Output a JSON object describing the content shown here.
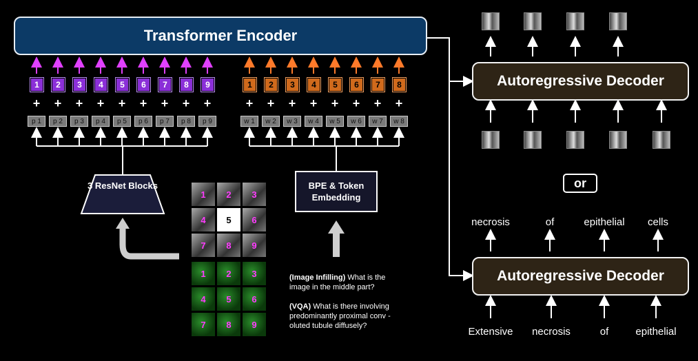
{
  "encoder": {
    "title": "Transformer Encoder"
  },
  "image_tokens": [
    "1",
    "2",
    "3",
    "4",
    "5",
    "6",
    "7",
    "8",
    "9"
  ],
  "image_pos": [
    "p 1",
    "p 2",
    "p 3",
    "p 4",
    "p 5",
    "p 6",
    "p 7",
    "p 8",
    "p 9"
  ],
  "text_tokens": [
    "1",
    "2",
    "3",
    "4",
    "5",
    "6",
    "7",
    "8"
  ],
  "text_pos": [
    "w 1",
    "w 2",
    "w 3",
    "w 4",
    "w 5",
    "w 6",
    "w 7",
    "w 8"
  ],
  "resnet": {
    "label": "3 ResNet Blocks"
  },
  "bpe": {
    "label": "BPE & Token Embedding"
  },
  "xray_grid": [
    "1",
    "2",
    "3",
    "4",
    "5",
    "6",
    "7",
    "8",
    "9"
  ],
  "path_grid": [
    "1",
    "2",
    "3",
    "4",
    "5",
    "6",
    "7",
    "8",
    "9"
  ],
  "question1": {
    "tag": "(Image Infilling)",
    "text": "What is the image in the middle part?"
  },
  "question2": {
    "tag": "(VQA)",
    "text": "What is there involving predominantly proximal conv -oluted tubule diffusely?"
  },
  "decoder_top": {
    "title": "Autoregressive Decoder"
  },
  "decoder_bottom": {
    "title": "Autoregressive Decoder"
  },
  "or_label": "or",
  "out_words": [
    "necrosis",
    "of",
    "epithelial",
    "cells"
  ],
  "in_words": [
    "Extensive",
    "necrosis",
    "of",
    "epithelial"
  ],
  "colors": {
    "encoder": "#0c3a66",
    "image_token": "#8b2fd8",
    "text_token": "#d06a1c",
    "decoder": "#2e2416"
  }
}
